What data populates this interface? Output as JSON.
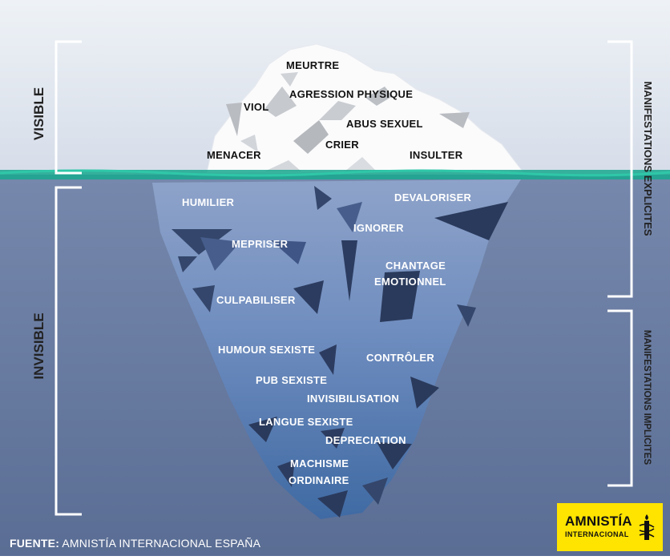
{
  "labels": {
    "above": [
      "MEURTRE",
      "VIOL",
      "AGRESSION PHYSIQUE",
      "ABUS SEXUEL",
      "CRIER",
      "MENACER",
      "INSULTER"
    ],
    "below": [
      "HUMILIER",
      "DEVALORISER",
      "IGNORER",
      "MEPRISER",
      "CHANTAGE",
      "EMOTIONNEL",
      "CULPABILISER",
      "HUMOUR SEXISTE",
      "CONTRÔLER",
      "PUB SEXISTE",
      "INVISIBILISATION",
      "LANGUE SEXISTE",
      "DEPRECIATION",
      "MACHISME",
      "ORDINAIRE"
    ]
  },
  "left_brackets": {
    "visible": "VISIBLE",
    "invisible": "INVISIBLE"
  },
  "right_brackets": {
    "explicit": "MANIFESTATIONS EXPLICITES",
    "implicit": "MANIFESTATIONS IMPLICITES"
  },
  "footer": {
    "source_label": "FUENTE:",
    "source_text": "AMNISTÍA INTERNACIONAL ESPAÑA"
  },
  "logo": {
    "line1": "AMNISTÍA",
    "line2": "INTERNACIONAL",
    "icon": "candle-barbed-wire-icon"
  },
  "colors": {
    "sky": "#dfe5ee",
    "water_top": "#7487ab",
    "water_bottom": "#5c6f96",
    "waterline": "#17a88e",
    "ice_light": "#8da2c8",
    "ice_mid": "#5f7eb5",
    "ice_deep": "#3d679f",
    "ice_dark": "#2a3a5c",
    "logo_yellow": "#ffe400"
  }
}
